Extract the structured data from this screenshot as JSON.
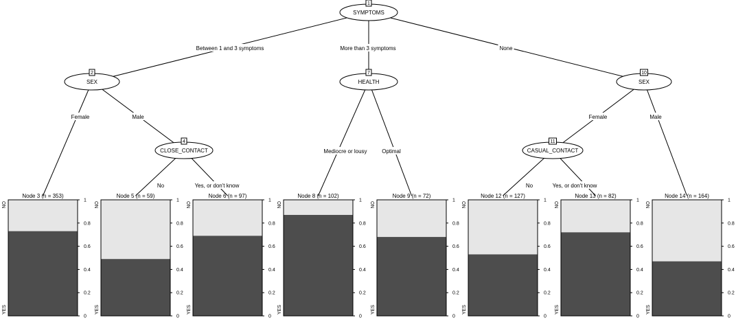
{
  "inner_nodes": [
    {
      "id": "1",
      "label": "SYMPTOMS"
    },
    {
      "id": "2",
      "label": "SEX"
    },
    {
      "id": "4",
      "label": "CLOSE_CONTACT"
    },
    {
      "id": "7",
      "label": "HEALTH"
    },
    {
      "id": "10",
      "label": "SEX"
    },
    {
      "id": "11",
      "label": "CASUAL_CONTACT"
    }
  ],
  "edges": [
    {
      "from": "1",
      "to": "2",
      "label": "Between 1 and 3 symptoms"
    },
    {
      "from": "1",
      "to": "7",
      "label": "More than 3 symptoms"
    },
    {
      "from": "1",
      "to": "10",
      "label": "None"
    },
    {
      "from": "2",
      "to": "3",
      "label": "Female"
    },
    {
      "from": "2",
      "to": "4",
      "label": "Male"
    },
    {
      "from": "4",
      "to": "5",
      "label": "No"
    },
    {
      "from": "4",
      "to": "6",
      "label": "Yes, or don't know"
    },
    {
      "from": "7",
      "to": "8",
      "label": "Mediocre or lousy"
    },
    {
      "from": "7",
      "to": "9",
      "label": "Optimal"
    },
    {
      "from": "10",
      "to": "11",
      "label": "Female"
    },
    {
      "from": "10",
      "to": "14",
      "label": "Male"
    },
    {
      "from": "11",
      "to": "12",
      "label": "No"
    },
    {
      "from": "11",
      "to": "13",
      "label": "Yes, or don't know"
    }
  ],
  "terminal_nodes": [
    {
      "id": "3",
      "title": "Node 3 (n = 353)",
      "yes": 0.73
    },
    {
      "id": "5",
      "title": "Node 5 (n = 59)",
      "yes": 0.49
    },
    {
      "id": "6",
      "title": "Node 6 (n = 97)",
      "yes": 0.69
    },
    {
      "id": "8",
      "title": "Node 8 (n = 102)",
      "yes": 0.87
    },
    {
      "id": "9",
      "title": "Node 9 (n = 72)",
      "yes": 0.68
    },
    {
      "id": "12",
      "title": "Node 12 (n = 127)",
      "yes": 0.53
    },
    {
      "id": "13",
      "title": "Node 13 (n = 82)",
      "yes": 0.72
    },
    {
      "id": "14",
      "title": "Node 14 (n = 164)",
      "yes": 0.47
    }
  ],
  "bar_axis": {
    "top_label": "NO",
    "bottom_label": "YES",
    "ticks": [
      "0",
      "0.2",
      "0.4",
      "0.6",
      "0.8",
      "1"
    ]
  },
  "colors": {
    "no": "#e6e6e6",
    "yes": "#4d4d4d",
    "line": "#000000"
  }
}
